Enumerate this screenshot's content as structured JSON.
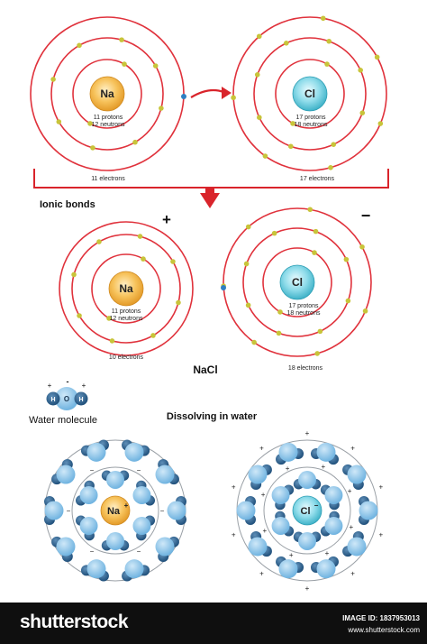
{
  "atoms": {
    "na_top": {
      "symbol": "Na",
      "protons": "11 protons",
      "neutrons": "12 neutrons",
      "electrons": "11 electrons"
    },
    "cl_top": {
      "symbol": "Cl",
      "protons": "17 protons",
      "neutrons": "18 neutrons",
      "electrons": "17 electrons"
    },
    "na_ion": {
      "symbol": "Na",
      "protons": "11 protons",
      "neutrons": "12 neutrons",
      "electrons": "10 electrons",
      "charge_sign": "+"
    },
    "cl_ion": {
      "symbol": "Cl",
      "protons": "17 protons",
      "neutrons": "18 neutrons",
      "electrons": "18 electrons",
      "charge_sign": "−"
    }
  },
  "labels": {
    "ionic_bonds": "Ionic bonds",
    "nacl": "NaCl",
    "dissolving": "Dissolving in water",
    "water_molecule": "Water molecule",
    "water_h": "H",
    "water_o": "O",
    "water_partial_plus": "+",
    "water_partial_minus": "-"
  },
  "solvated": {
    "na_label": "Na",
    "na_charge": "+",
    "cl_label": "Cl",
    "cl_charge": "−",
    "minus_sign": "−",
    "plus_sign": "+"
  },
  "footer": {
    "brand": "shutterstock",
    "image_id": "IMAGE ID: 1837953013",
    "site": "www.shutterstock.com"
  },
  "colors": {
    "shell": "#e0323c",
    "electron": "#c8c43a",
    "na_core": "#f2b84b",
    "cl_core": "#7fd3e0",
    "transfer_electron": "#2f7fc1",
    "arrow": "#d9242b",
    "water_o": "#8fc5e8",
    "water_h": "#2a5d8a",
    "solv_ring": "#9aa0a6"
  }
}
